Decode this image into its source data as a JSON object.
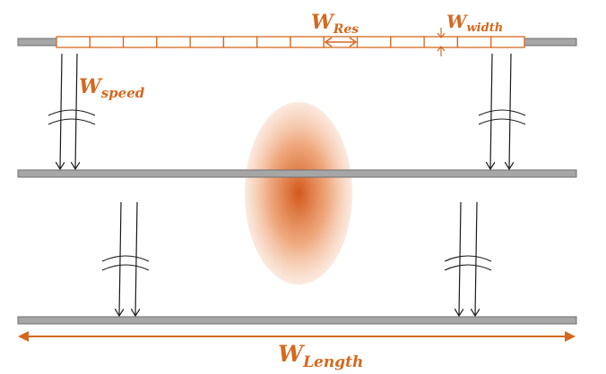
{
  "labels": {
    "w_res": {
      "base": "W",
      "sub": "Res"
    },
    "w_width": {
      "base": "W",
      "sub": "width"
    },
    "w_speed": {
      "base": "W",
      "sub": "speed"
    },
    "w_length": {
      "base": "W",
      "sub": "Length"
    }
  },
  "colors": {
    "accent": "#d4691e",
    "bar_fill": "#a6a6a6",
    "bar_stroke": "#6e6e6e",
    "line": "#1a1a1a",
    "blob_center": "#d2581a",
    "blob_edge": "#f8d8c4"
  },
  "segment_count": 14
}
